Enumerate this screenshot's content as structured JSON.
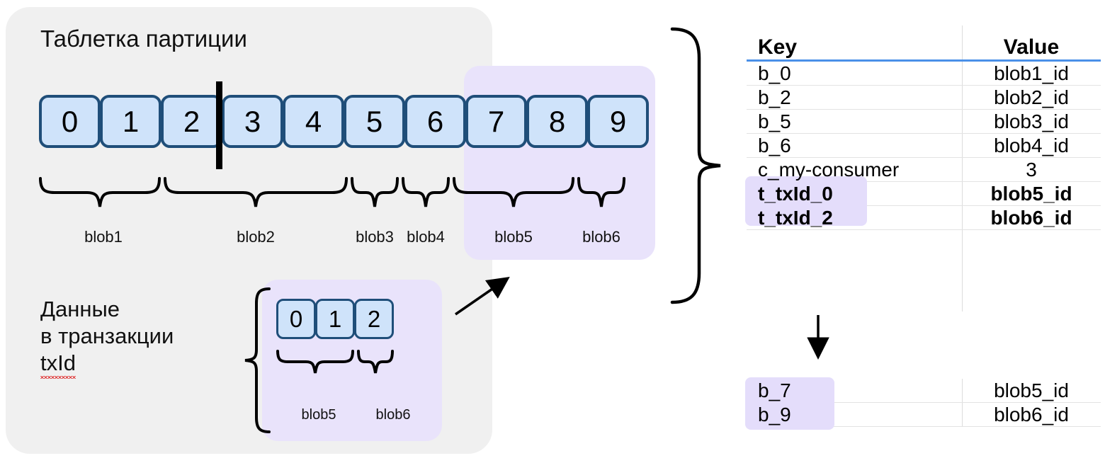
{
  "colors": {
    "panel_bg": "#f0f0f0",
    "cell_fill": "#cfe3fa",
    "cell_border": "#1f4e79",
    "highlight_purple": "#e9e3fb",
    "table_header_rule": "#4a90e8",
    "row_rule": "#e3e3e3",
    "text": "#111111"
  },
  "panel": {
    "title": "Таблетка партиции"
  },
  "partition_row": {
    "cells": [
      "0",
      "1",
      "2",
      "3",
      "4",
      "5",
      "6",
      "7",
      "8",
      "9"
    ],
    "split_after_index": 2,
    "braces": [
      {
        "label": "blob1",
        "from": 0,
        "to": 1
      },
      {
        "label": "blob2",
        "from": 2,
        "to": 4
      },
      {
        "label": "blob3",
        "from": 5,
        "to": 5
      },
      {
        "label": "blob4",
        "from": 6,
        "to": 6
      },
      {
        "label": "blob5",
        "from": 7,
        "to": 8
      },
      {
        "label": "blob6",
        "from": 9,
        "to": 9
      }
    ],
    "highlighted_from": 7,
    "highlighted_to": 9
  },
  "transaction": {
    "caption_line1": "Данные",
    "caption_line2": "в транзакции",
    "caption_line3": "txId",
    "cells": [
      "0",
      "1",
      "2"
    ],
    "braces": [
      {
        "label": "blob5",
        "from": 0,
        "to": 1
      },
      {
        "label": "blob6",
        "from": 2,
        "to": 2
      }
    ]
  },
  "main_table": {
    "columns": [
      "Key",
      "Value"
    ],
    "rows": [
      {
        "key": "b_0",
        "value": "blob1_id",
        "bold": false,
        "highlight": false
      },
      {
        "key": "b_2",
        "value": "blob2_id",
        "bold": false,
        "highlight": false
      },
      {
        "key": "b_5",
        "value": "blob3_id",
        "bold": false,
        "highlight": false
      },
      {
        "key": "b_6",
        "value": "blob4_id",
        "bold": false,
        "highlight": false
      },
      {
        "key": "c_my-consumer",
        "value": "3",
        "bold": false,
        "highlight": false
      },
      {
        "key": "t_txId_0",
        "value": "blob5_id",
        "bold": true,
        "highlight": true
      },
      {
        "key": "t_txId_2",
        "value": "blob6_id",
        "bold": true,
        "highlight": true
      }
    ]
  },
  "sub_table": {
    "rows": [
      {
        "key": "b_7",
        "value": "blob5_id",
        "bold": false,
        "highlight": true
      },
      {
        "key": "b_9",
        "value": "blob6_id",
        "bold": false,
        "highlight": true
      }
    ]
  }
}
